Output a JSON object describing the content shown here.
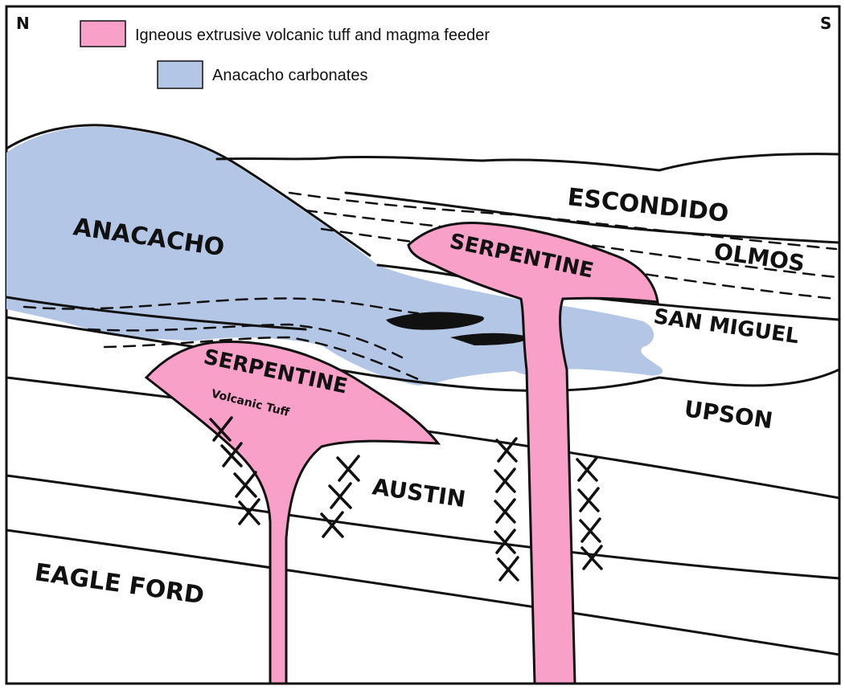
{
  "compass": {
    "north": "N",
    "south": "S"
  },
  "legend": [
    {
      "label": "Igneous extrusive volcanic tuff and magma feeder",
      "color": "#f8a0c8"
    },
    {
      "label": "Anacacho carbonates",
      "color": "#b3c6e5"
    }
  ],
  "units": {
    "escondido": "ESCONDIDO",
    "olmos": "OLMOS",
    "anacacho": "ANACACHO",
    "serpentine_right": "SERPENTINE",
    "san_miguel": "SAN MIGUEL",
    "serpentine_left": "SERPENTINE",
    "volcanic_tuff": "Volcanic Tuff",
    "upson": "UPSON",
    "austin": "AUSTIN",
    "eagle_ford": "EAGLE FORD"
  },
  "colors": {
    "tuff": "#f8a0c8",
    "anacacho": "#b3c6e5",
    "line": "#111111",
    "background": "#ffffff"
  }
}
